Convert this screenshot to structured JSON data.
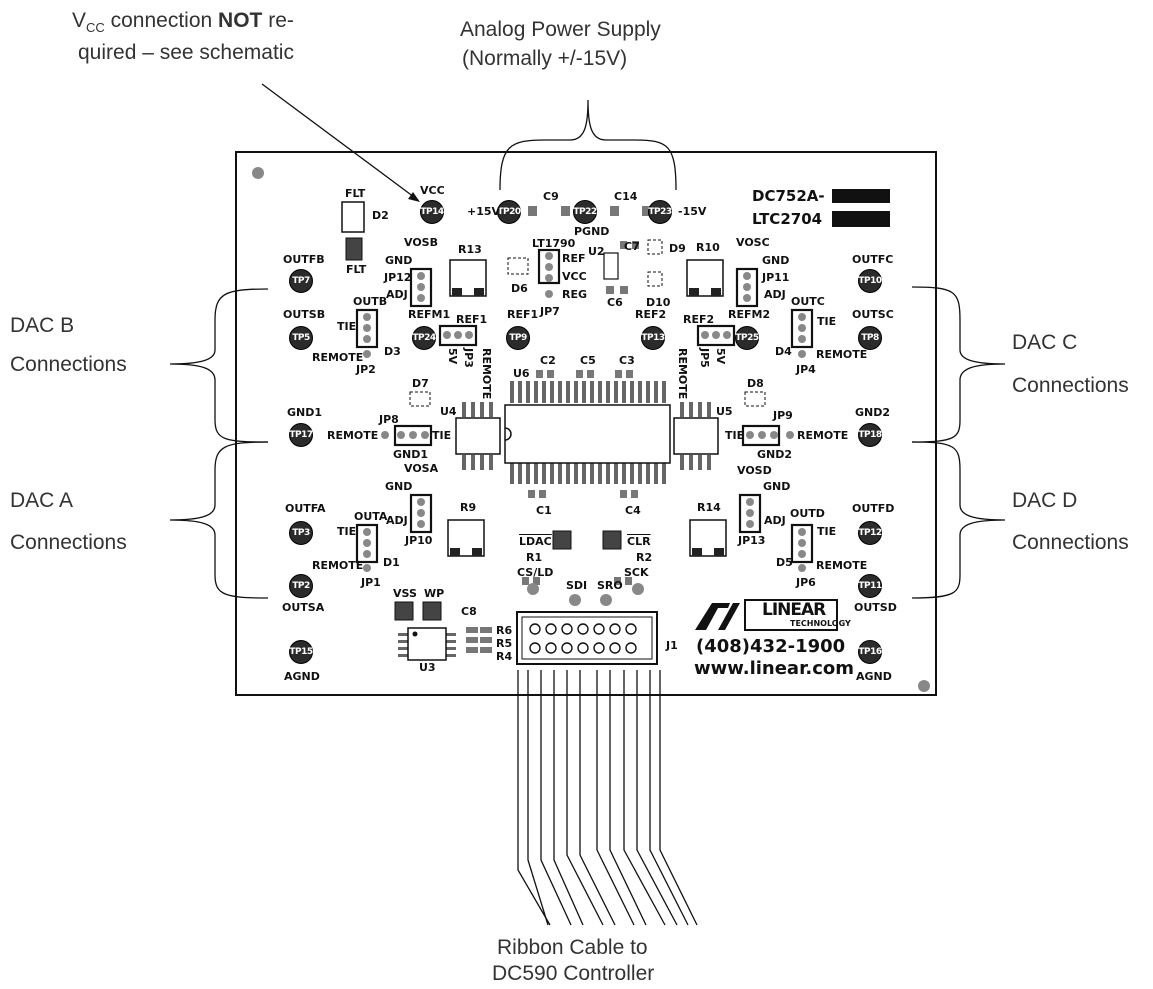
{
  "annotations": {
    "vcc_main": "V",
    "vcc_sub": "CC",
    "vcc_rest1": " connection ",
    "vcc_not": "NOT",
    "vcc_rest2": " re-",
    "vcc_line2": "quired – see schematic",
    "analog_line1": "Analog Power Supply",
    "analog_line2": "(Normally +/-15V)",
    "dac_b_1": "DAC B",
    "dac_b_2": "Connections",
    "dac_c_1": "DAC C",
    "dac_c_2": "Connections",
    "dac_a_1": "DAC A",
    "dac_a_2": "Connections",
    "dac_d_1": "DAC D",
    "dac_d_2": "Connections",
    "ribbon_1": "Ribbon Cable to",
    "ribbon_2": "DC590 Controller"
  },
  "board": {
    "part1": "DC752A-",
    "part2": "LTC2704",
    "phone": "(408)432-1900",
    "web": "www.linear.com",
    "logo_text": "LINEAR",
    "logo_sub": "TECHNOLOGY"
  },
  "testpoints": {
    "tp14": "TP14",
    "tp20": "TP20",
    "tp22": "TP22",
    "tp23": "TP23",
    "tp7": "TP7",
    "tp5": "TP5",
    "tp10": "TP10",
    "tp8": "TP8",
    "tp24": "TP24",
    "tp9": "TP9",
    "tp13": "TP13",
    "tp25": "TP25",
    "tp17": "TP17",
    "tp18": "TP18",
    "tp3": "TP3",
    "tp2": "TP2",
    "tp12": "TP12",
    "tp11": "TP11",
    "tp15": "TP15",
    "tp16": "TP16"
  },
  "silk": {
    "flt": "FLT",
    "flt2": "FLT",
    "d2": "D2",
    "vcc": "VCC",
    "p15v": "+15V",
    "m15v": "-15V",
    "c9": "C9",
    "c14": "C14",
    "pgnd": "PGND",
    "lt1790": "LT1790",
    "ref": "REF",
    "vcc2": "VCC",
    "reg": "REG",
    "jp7": "JP7",
    "u2": "U2",
    "c7": "C7",
    "d9": "D9",
    "c6": "C6",
    "d10": "D10",
    "d6": "D6",
    "r13": "R13",
    "r10": "R10",
    "vosb": "VOSB",
    "gnd_b": "GND",
    "jp12": "JP12",
    "adj_b": "ADJ",
    "refm1": "REFM1",
    "outfb": "OUTFB",
    "outsb": "OUTSB",
    "outb": "OUTB",
    "tie_b": "TIE",
    "remote_b": "REMOTE",
    "d3": "D3",
    "jp2": "JP2",
    "ref1a": "REF1",
    "ref1b": "REF1",
    "jp3": "JP3",
    "5v_a": "5V",
    "remote_jp3": "REMOTE",
    "vosc": "VOSC",
    "gnd_c": "GND",
    "jp11": "JP11",
    "adj_c": "ADJ",
    "refm2": "REFM2",
    "outfc": "OUTFC",
    "outsc": "OUTSC",
    "outc": "OUTC",
    "tie_c": "TIE",
    "remote_c": "REMOTE",
    "d4": "D4",
    "jp4": "JP4",
    "ref2a": "REF2",
    "ref2b": "REF2",
    "jp5": "JP5",
    "5v_b": "5V",
    "remote_jp5": "REMOTE",
    "u6": "U6",
    "c2": "C2",
    "c5": "C5",
    "c3": "C3",
    "u4": "U4",
    "u5": "U5",
    "d7": "D7",
    "d8": "D8",
    "gnd1": "GND1",
    "gnd1b": "GND1",
    "jp8": "JP8",
    "remote_jp8": "REMOTE",
    "tie_jp8": "TIE",
    "gnd2": "GND2",
    "gnd2b": "GND2",
    "jp9": "JP9",
    "tie_jp9": "TIE",
    "remote_jp9": "REMOTE",
    "c1": "C1",
    "c4": "C4",
    "vosa": "VOSA",
    "gnd_a": "GND",
    "adj_a": "ADJ",
    "jp10": "JP10",
    "r9": "R9",
    "outfa": "OUTFA",
    "outa": "OUTA",
    "tie_a": "TIE",
    "remote_a": "REMOTE",
    "d1": "D1",
    "jp1": "JP1",
    "outsa": "OUTSA",
    "vosd": "VOSD",
    "gnd_d": "GND",
    "adj_d": "ADJ",
    "jp13": "JP13",
    "r14": "R14",
    "outfd": "OUTFD",
    "outd": "OUTD",
    "tie_d": "TIE",
    "remote_d": "REMOTE",
    "d5": "D5",
    "jp6": "JP6",
    "outsd": "OUTSD",
    "ldac": "LDAC",
    "clr": "CLR",
    "r1": "R1",
    "r2": "R2",
    "csld": "CS/LD",
    "sck": "SCK",
    "sdi": "SDI",
    "sro": "SRO",
    "vss": "VSS",
    "wp": "WP",
    "c8": "C8",
    "r6": "R6",
    "r5": "R5",
    "r4": "R4",
    "u3": "U3",
    "j1": "J1",
    "agnd_l": "AGND",
    "agnd_r": "AGND"
  },
  "colors": {
    "board_border": "#111111",
    "copper": "#2b2b2b",
    "text": "#333333"
  }
}
